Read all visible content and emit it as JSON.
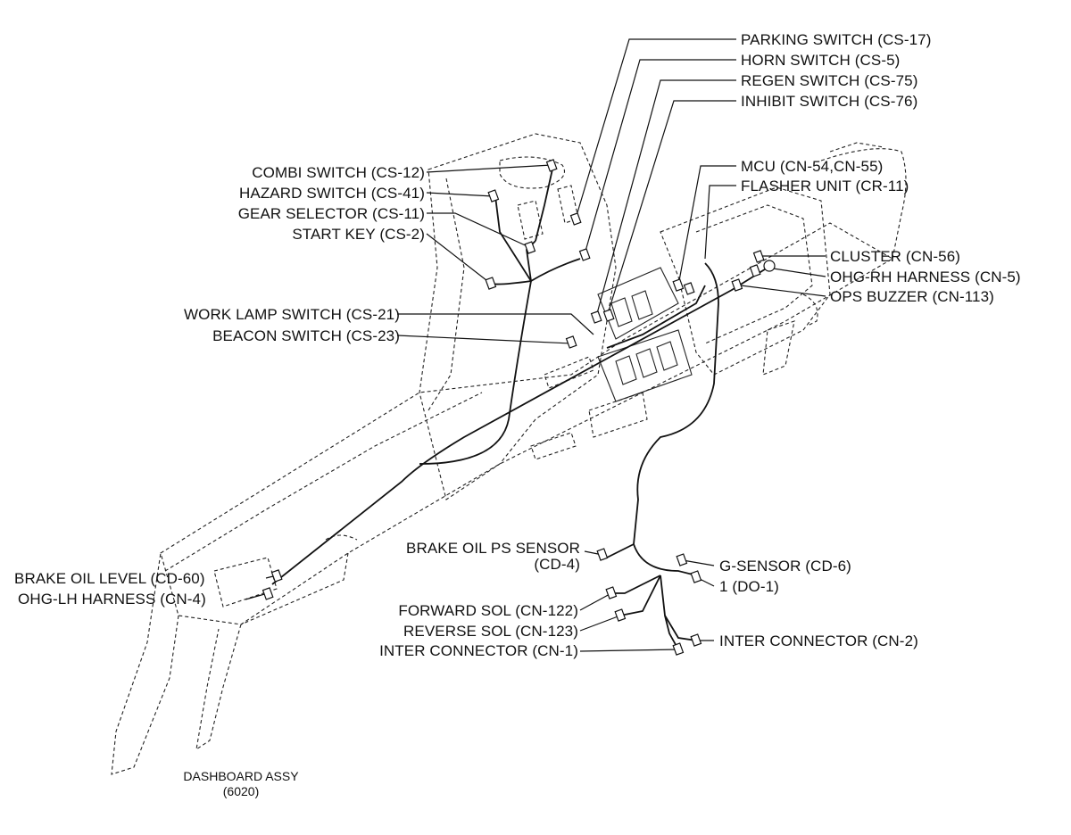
{
  "labels": {
    "parking_switch": "PARKING SWITCH (CS-17)",
    "horn_switch": "HORN SWITCH (CS-5)",
    "regen_switch": "REGEN SWITCH (CS-75)",
    "inhibit_switch": "INHIBIT SWITCH (CS-76)",
    "mcu": "MCU (CN-54,CN-55)",
    "flasher_unit": "FLASHER UNIT (CR-11)",
    "combi_switch": "COMBI SWITCH (CS-12)",
    "hazard_switch": "HAZARD SWITCH (CS-41)",
    "gear_selector": "GEAR SELECTOR (CS-11)",
    "start_key": "START KEY (CS-2)",
    "cluster": "CLUSTER (CN-56)",
    "ohg_rh_harness": "OHG-RH HARNESS (CN-5)",
    "ops_buzzer": "OPS BUZZER (CN-113)",
    "work_lamp_switch": "WORK LAMP SWITCH (CS-21)",
    "beacon_switch": "BEACON SWITCH (CS-23)",
    "brake_oil_ps_sensor_line1": "BRAKE OIL PS SENSOR",
    "brake_oil_ps_sensor_line2": "(CD-4)",
    "brake_oil_level": "BRAKE OIL LEVEL (CD-60)",
    "ohg_lh_harness": "OHG-LH HARNESS (CN-4)",
    "g_sensor": "G-SENSOR (CD-6)",
    "do_1": "1 (DO-1)",
    "forward_sol": "FORWARD SOL (CN-122)",
    "reverse_sol": "REVERSE SOL (CN-123)",
    "inter_connector_1": "INTER CONNECTOR (CN-1)",
    "inter_connector_2": "INTER CONNECTOR (CN-2)"
  },
  "caption": {
    "line1": "DASHBOARD ASSY",
    "line2": "(6020)"
  }
}
